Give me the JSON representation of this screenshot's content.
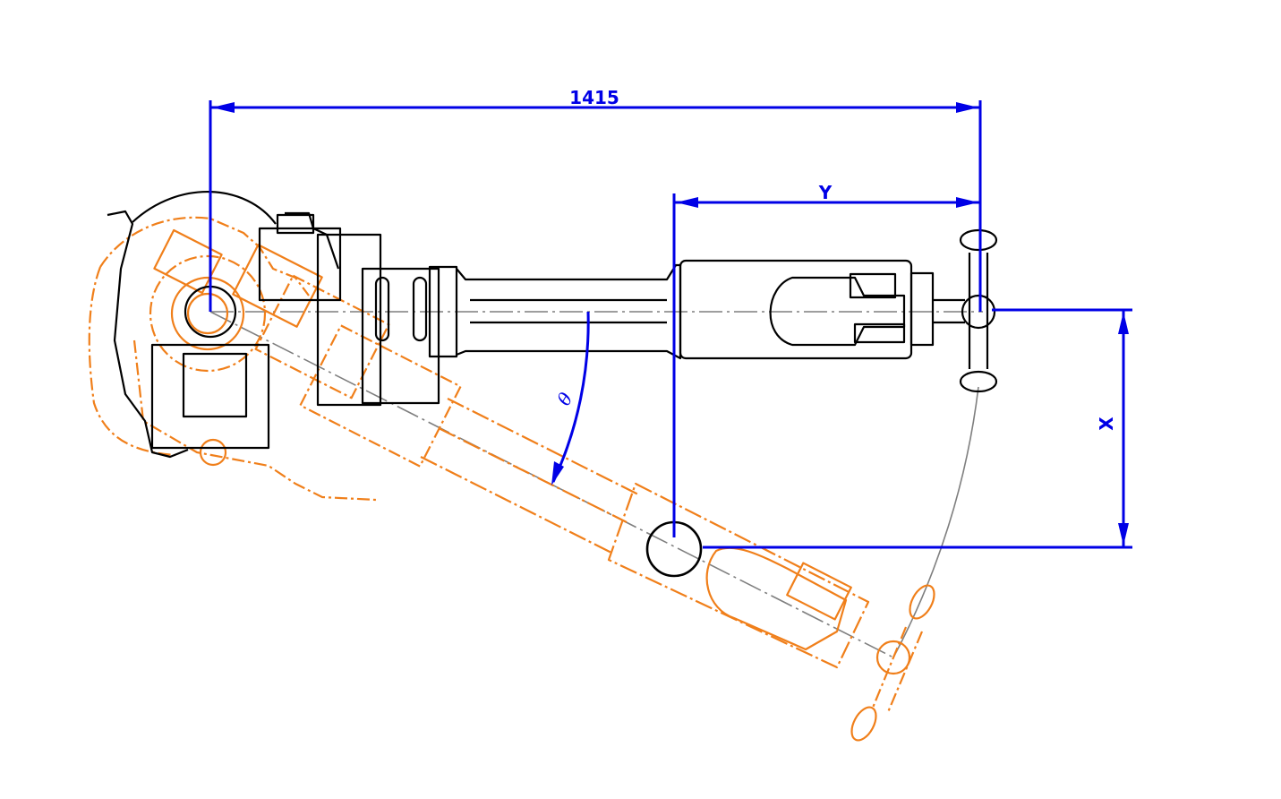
{
  "dimensions": {
    "reach_label": "1415",
    "y_label": "Y",
    "x_label": "X",
    "angle_label": "θ"
  },
  "colors": {
    "dimension": "#0000e6",
    "arm_home": "#000000",
    "arm_rotated": "#f07f1a",
    "centerline": "#7f7f7f",
    "background": "#ffffff"
  }
}
